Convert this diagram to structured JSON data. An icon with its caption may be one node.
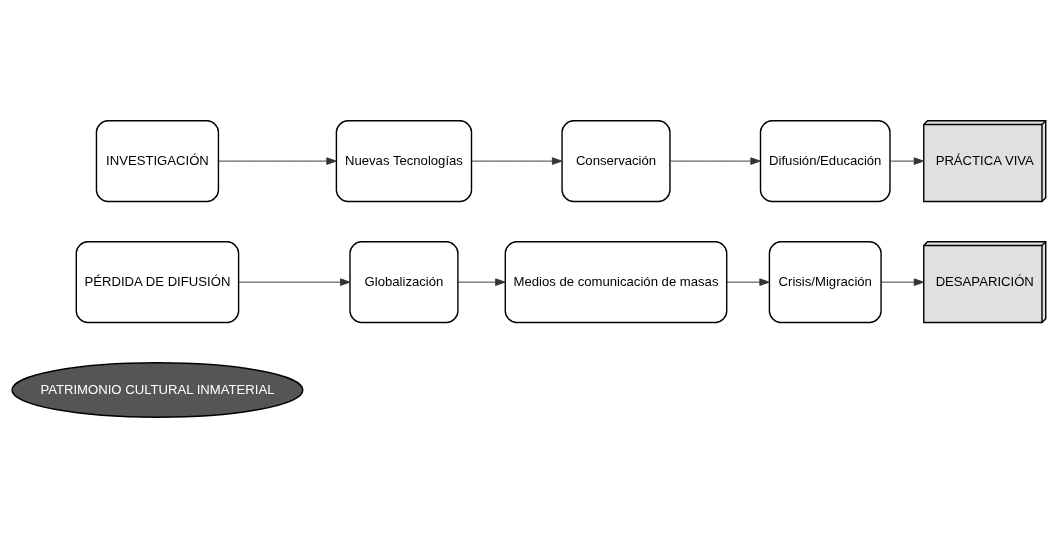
{
  "diagram": {
    "nodes": [
      {
        "text": [
          "PATRIMONIO CULTURAL INMATERIAL"
        ]
      },
      {
        "text": [
          "PÉRDIDA DE DIFUSIÓN"
        ]
      },
      {
        "text": [
          "Globalización"
        ]
      },
      {
        "text": [
          "Medios de comunicación de masas"
        ]
      },
      {
        "text": [
          "Crisis/Migración"
        ]
      },
      {
        "text": [
          "DESAPARICIÓN"
        ]
      },
      {
        "text": [
          "INVESTIGACIÓN"
        ]
      },
      {
        "text": [
          "Nuevas Tecnologías"
        ]
      },
      {
        "text": [
          "Conservación"
        ]
      },
      {
        "text": [
          "Difusión/Educación"
        ]
      },
      {
        "text": [
          "PRÁCTICA VIVA"
        ]
      }
    ],
    "edges": [
      {
        "from": 1,
        "to": 2,
        "arrow": "to"
      },
      {
        "from": 2,
        "to": 3,
        "arrow": "to"
      },
      {
        "from": 3,
        "to": 4,
        "arrow": "to"
      },
      {
        "from": 4,
        "to": 5,
        "arrow": "to"
      },
      {
        "from": 6,
        "to": 7,
        "arrow": "to"
      },
      {
        "from": 7,
        "to": 8,
        "arrow": "to"
      },
      {
        "from": 8,
        "to": 9,
        "arrow": "to"
      },
      {
        "from": 9,
        "to": 10,
        "arrow": "to"
      }
    ]
  }
}
